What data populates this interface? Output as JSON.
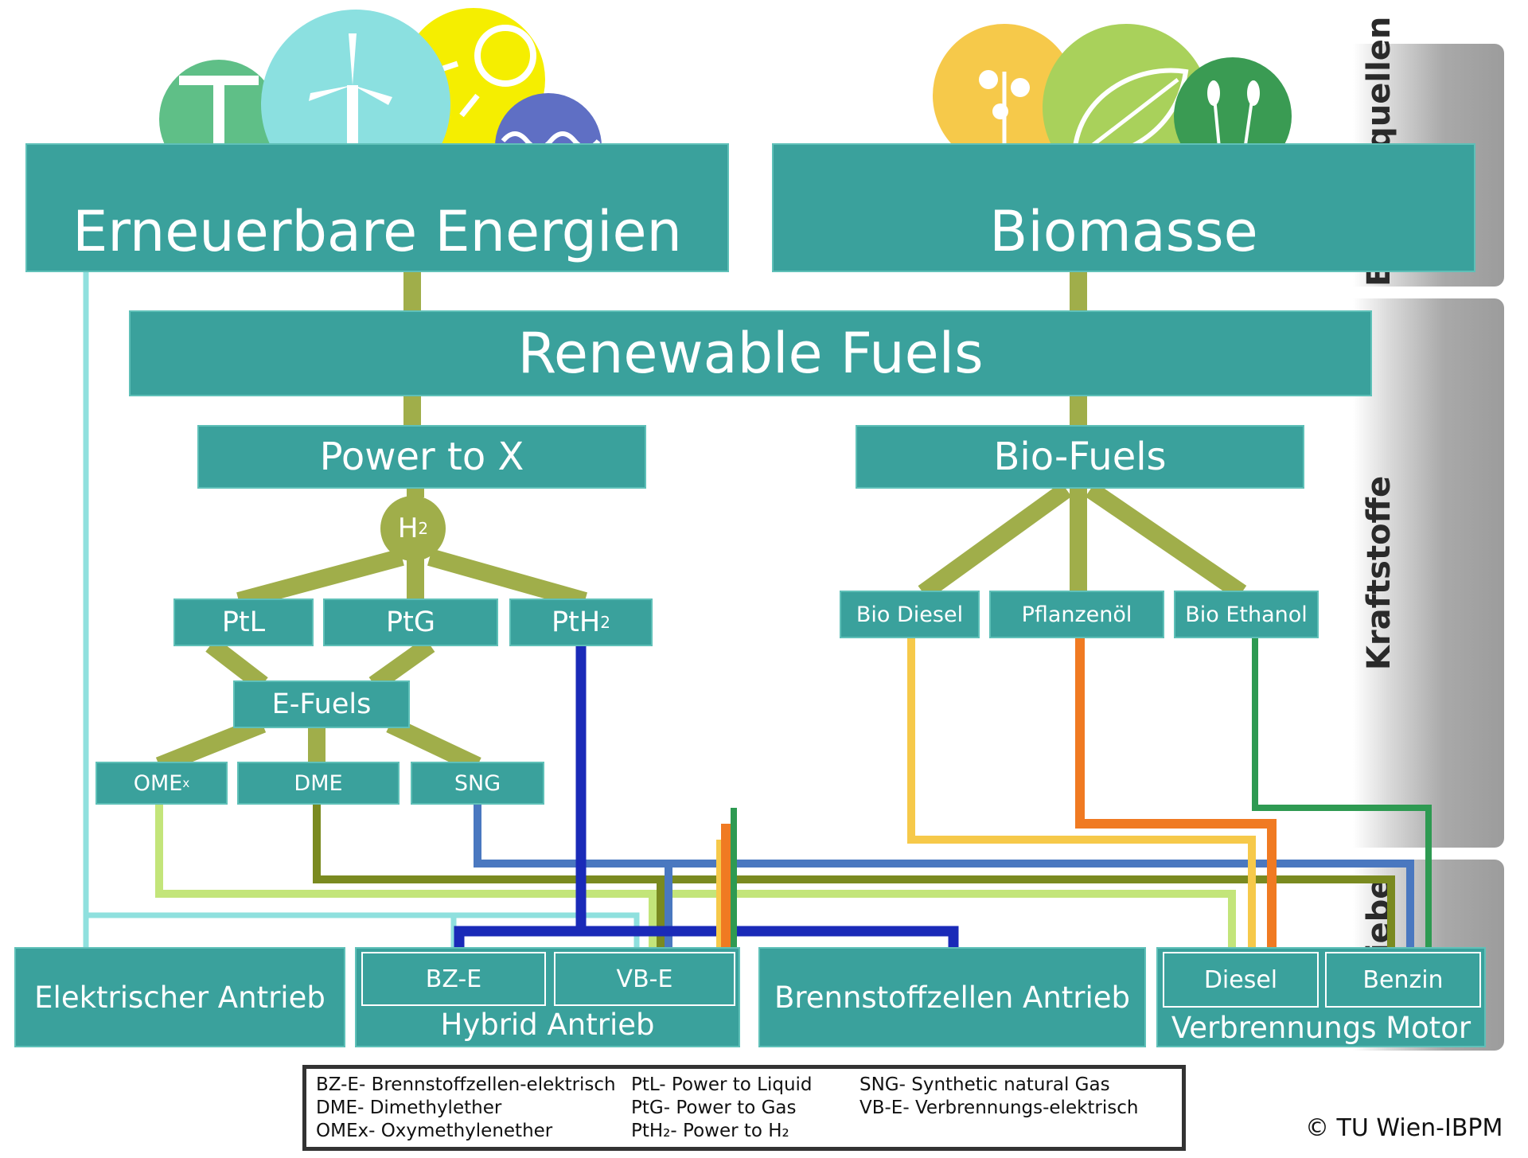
{
  "colors": {
    "teal": "#3aa19c",
    "olive": "#a0ae4a",
    "cyan_line": "#8fe0de",
    "blue_line": "#1a2ab8",
    "steel_line": "#4a78c0",
    "lightgreen_line": "#c3e57a",
    "darkolive_line": "#7a8a20",
    "yellow_line": "#f6c94a",
    "orange_line": "#f07a22",
    "green_line": "#2e9a52"
  },
  "sources": {
    "renewable": "Erneuerbare Energien",
    "biomass": "Biomasse",
    "renewable_icons": [
      "geothermal-icon",
      "wind-turbine-icon",
      "sun-icon",
      "wave-icon"
    ],
    "biomass_icons": [
      "plant-icon",
      "leaf-icon",
      "grain-icon"
    ]
  },
  "fuels": {
    "renewable_fuels": "Renewable Fuels",
    "power_to_x": "Power to X",
    "bio_fuels": "Bio-Fuels",
    "h2": "H",
    "h2_sub": "2",
    "ptl": "PtL",
    "ptg": "PtG",
    "pth2": "PtH",
    "pth2_sub": "2",
    "efuels": "E-Fuels",
    "omex": "OME",
    "omex_sub": "x",
    "dme": "DME",
    "sng": "SNG",
    "bio_diesel": "Bio Diesel",
    "pflanzenoel": "Pflanzenöl",
    "bio_ethanol": "Bio Ethanol"
  },
  "drives": {
    "electric": "Elektrischer Antrieb",
    "hybrid": "Hybrid Antrieb",
    "hybrid_bze": "BZ-E",
    "hybrid_vbe": "VB-E",
    "fuelcell": "Brennstoffzellen Antrieb",
    "combustion": "Verbrennungs Motor",
    "diesel": "Diesel",
    "benzin": "Benzin"
  },
  "side_labels": {
    "energy": "Energiequellen",
    "fuels": "Kraftstoffe",
    "drives": "Antriebe"
  },
  "legend": {
    "col1": [
      "BZ-E- Brennstoffzellen-elektrisch",
      "DME- Dimethylether",
      "OMEx- Oxymethylenether"
    ],
    "col2": [
      "PtL- Power to Liquid",
      "PtG- Power to Gas",
      "PtH₂- Power to H₂"
    ],
    "col3": [
      "SNG- Synthetic natural Gas",
      "VB-E- Verbrennungs-elektrisch"
    ]
  },
  "copyright": "© TU Wien-IBPM"
}
